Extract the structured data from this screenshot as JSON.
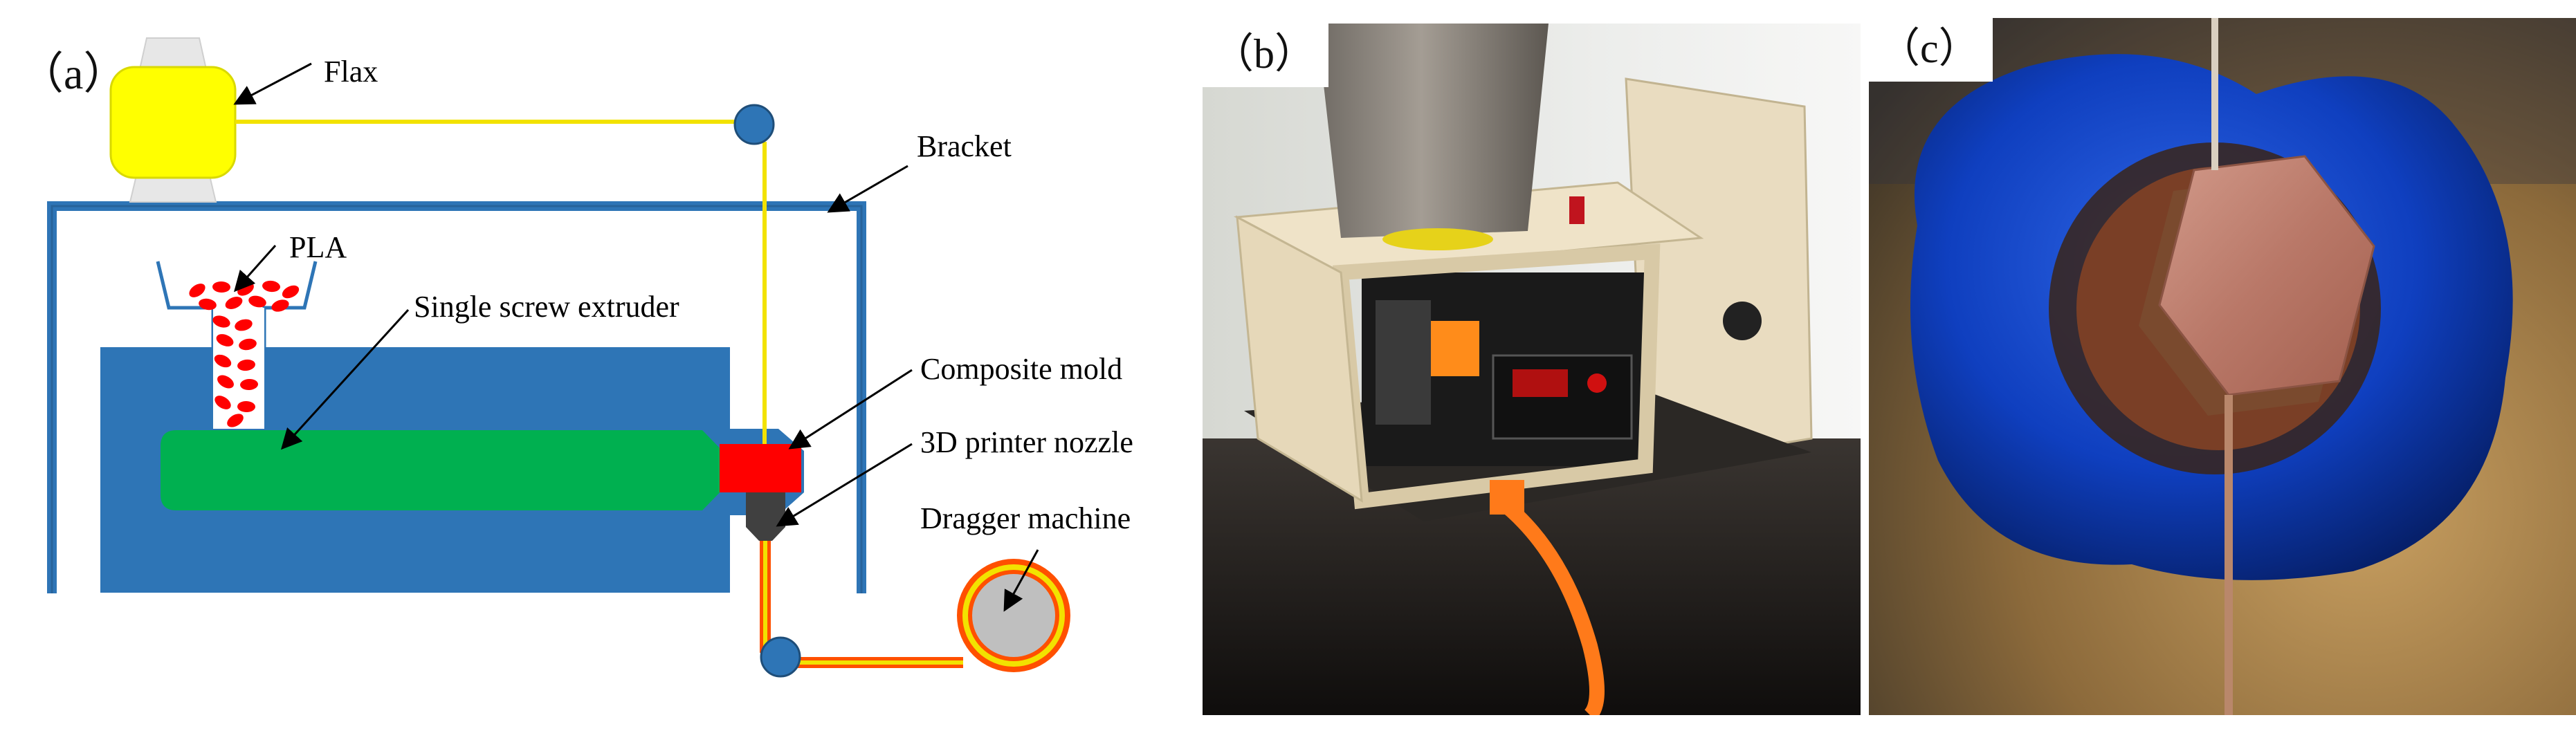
{
  "panel_a": {
    "tag": "（a）",
    "labels": {
      "flax": "Flax",
      "bracket": "Bracket",
      "pla": "PLA",
      "extruder": "Single screw extruder",
      "composite_mold": "Composite mold",
      "nozzle": "3D printer nozzle",
      "dragger": "Dragger machine"
    }
  },
  "panel_b": {
    "tag": "（b）"
  },
  "panel_c": {
    "tag": "（c）"
  },
  "colors": {
    "flax_spool": "#ffff00",
    "fiber": "#f2e200",
    "bracket": "#2e75b6",
    "extruder_body": "#2e75b6",
    "screw": "#00b050",
    "pla_pellets": "#ff0000",
    "mold": "#ff0000",
    "nozzle": "#404040",
    "pulley": "#2e75b6",
    "dragger_fill": "#bfbfbf",
    "dragger_ring": "#ff5000",
    "pcb_orange": "#ff8c1a",
    "tape_blue": "#0d3aa8",
    "wood": "#c9a16b"
  }
}
